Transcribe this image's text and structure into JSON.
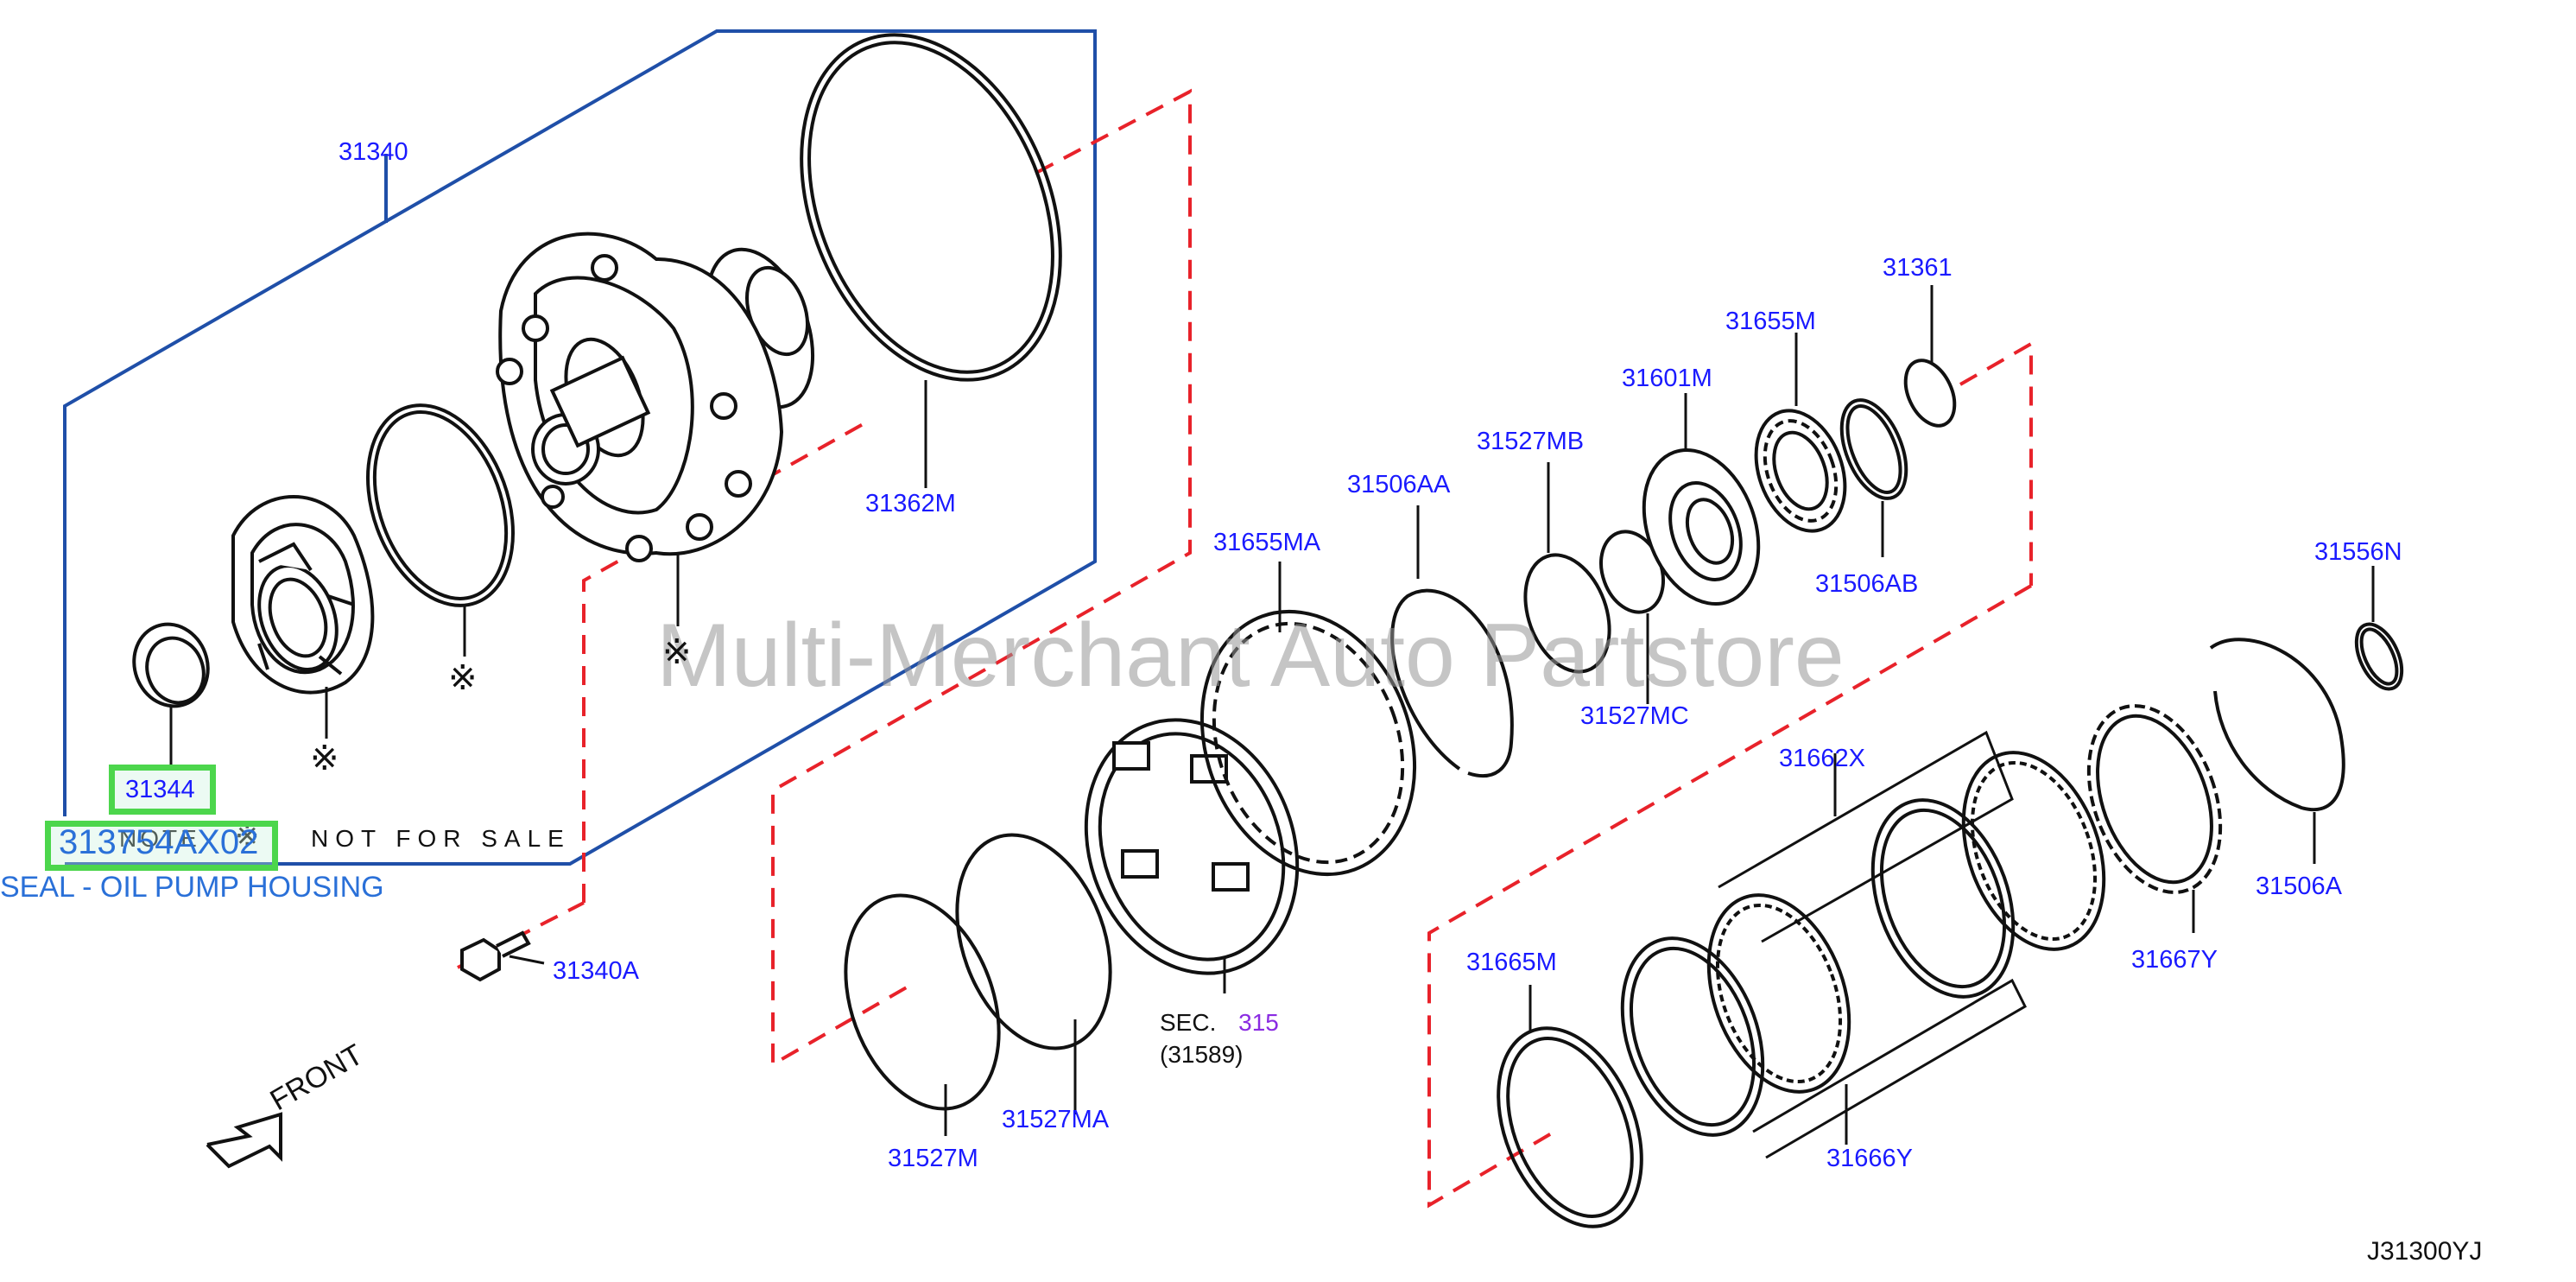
{
  "watermark": "Multi-Merchant Auto Partstore",
  "diagram_code": "J31300YJ",
  "front_label": "FRONT",
  "note_text": "NOTE",
  "note_mark": "※",
  "not_for_sale": "NOT  FOR  SALE",
  "highlight": {
    "part_number": "313754AX02",
    "description": "SEAL - OIL PUMP HOUSING",
    "callout": "31344"
  },
  "section_ref": {
    "prefix": "SEC.",
    "number": "315",
    "sub": "(31589)"
  },
  "callouts": {
    "c31340": "31340",
    "c31362M": "31362M",
    "c31340A": "31340A",
    "c31655MA": "31655MA",
    "c31506AA": "31506AA",
    "c31527MB": "31527MB",
    "c31601M": "31601M",
    "c31655M": "31655M",
    "c31361": "31361",
    "c31506AB": "31506AB",
    "c31527MC": "31527MC",
    "c31556N": "31556N",
    "c31662X": "31662X",
    "c31506A": "31506A",
    "c31667Y": "31667Y",
    "c31665M": "31665M",
    "c31666Y": "31666Y",
    "c31527M": "31527M",
    "c31527MA": "31527MA"
  }
}
